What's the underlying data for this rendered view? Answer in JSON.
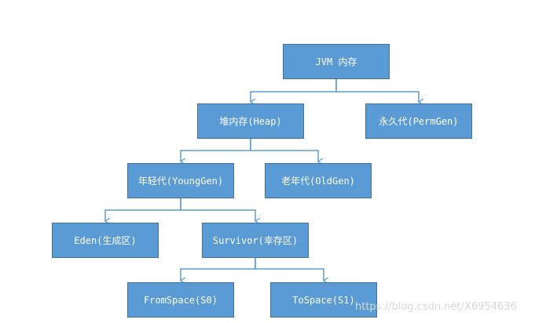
{
  "nodes": {
    "jvm_memory": "JVM 内存",
    "heap": "堆内存(Heap)",
    "perm_gen": "永久代(PermGen)",
    "young_gen": "年轻代(YoungGen)",
    "old_gen": "老年代(OldGen)",
    "eden": "Eden(生成区)",
    "survivor": "Survivor(幸存区)",
    "from_space": "FromSpace(S0)",
    "to_space": "ToSpace(S1)"
  },
  "edges": [
    [
      "jvm_memory",
      "heap"
    ],
    [
      "jvm_memory",
      "perm_gen"
    ],
    [
      "heap",
      "young_gen"
    ],
    [
      "heap",
      "old_gen"
    ],
    [
      "young_gen",
      "eden"
    ],
    [
      "young_gen",
      "survivor"
    ],
    [
      "survivor",
      "from_space"
    ],
    [
      "survivor",
      "to_space"
    ]
  ],
  "colors": {
    "node_fill": "#5b9bd5",
    "node_border": "#41719c",
    "node_text": "#ffffff",
    "connector": "#5b9bd5"
  },
  "watermark": "https://blog.csdn.net/X6954636"
}
